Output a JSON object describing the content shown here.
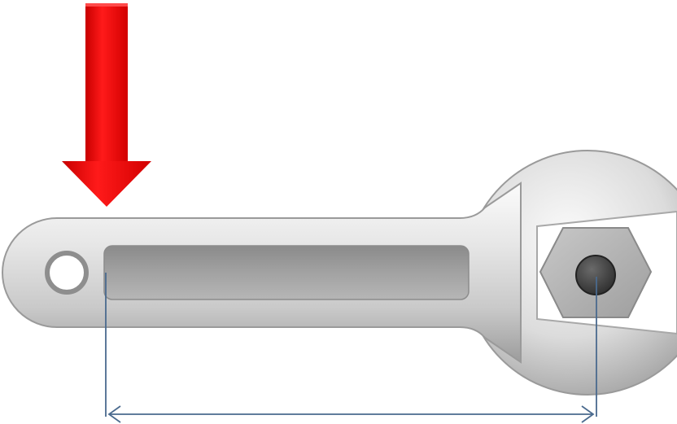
{
  "diagram": {
    "type": "torque-wrench-illustration",
    "objects": [
      "wrench",
      "hex-nut",
      "bolt",
      "force-arrow",
      "lever-arm-dimension"
    ],
    "colors": {
      "background": "#ffffff",
      "force_arrow": "#e40000",
      "wrench_light": "#f2f2f2",
      "wrench_mid": "#bdbdbd",
      "wrench_dark": "#8e8e8e",
      "nut": "#b3b3b3",
      "bolt": "#4a4a4a",
      "dimension_line": "#4a6a8e"
    }
  }
}
